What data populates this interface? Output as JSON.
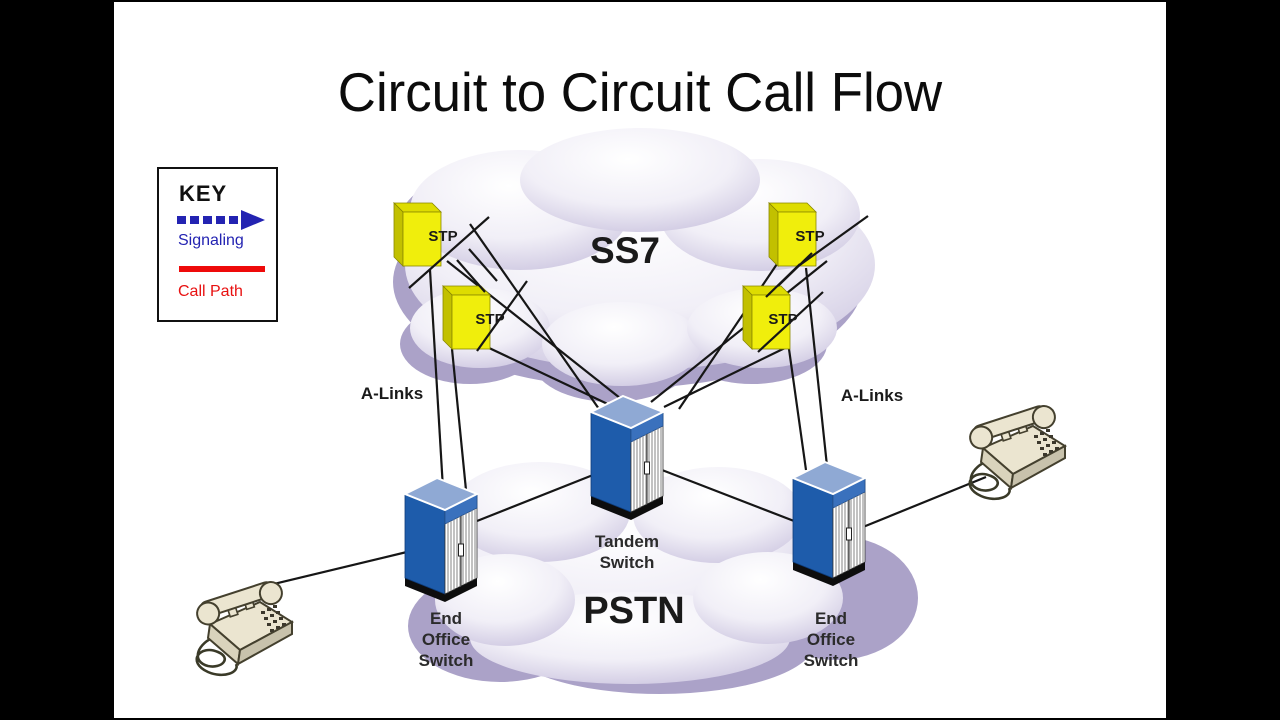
{
  "title": "Circuit to Circuit Call Flow",
  "key": {
    "heading": "KEY",
    "signaling_label": "Signaling",
    "call_path_label": "Call Path",
    "signaling_color": "#2323b2",
    "call_path_color": "#ee0a0a"
  },
  "clouds": {
    "ss7_label": "SS7",
    "pstn_label": "PSTN",
    "cloud_color": "#cdc6e0",
    "cloud_shadow_color": "#aba2c8"
  },
  "labels": {
    "stp": "STP",
    "a_links_left": "A-Links",
    "a_links_right": "A-Links",
    "tandem_switch": "Tandem\nSwitch",
    "end_office_left": "End\nOffice\nSwitch",
    "end_office_right": "End\nOffice\nSwitch"
  },
  "colors": {
    "stp_front": "#f0ee0c",
    "switch_side": "#1e5cab",
    "switch_top": "#8fa9d4",
    "link_line": "#161616"
  }
}
